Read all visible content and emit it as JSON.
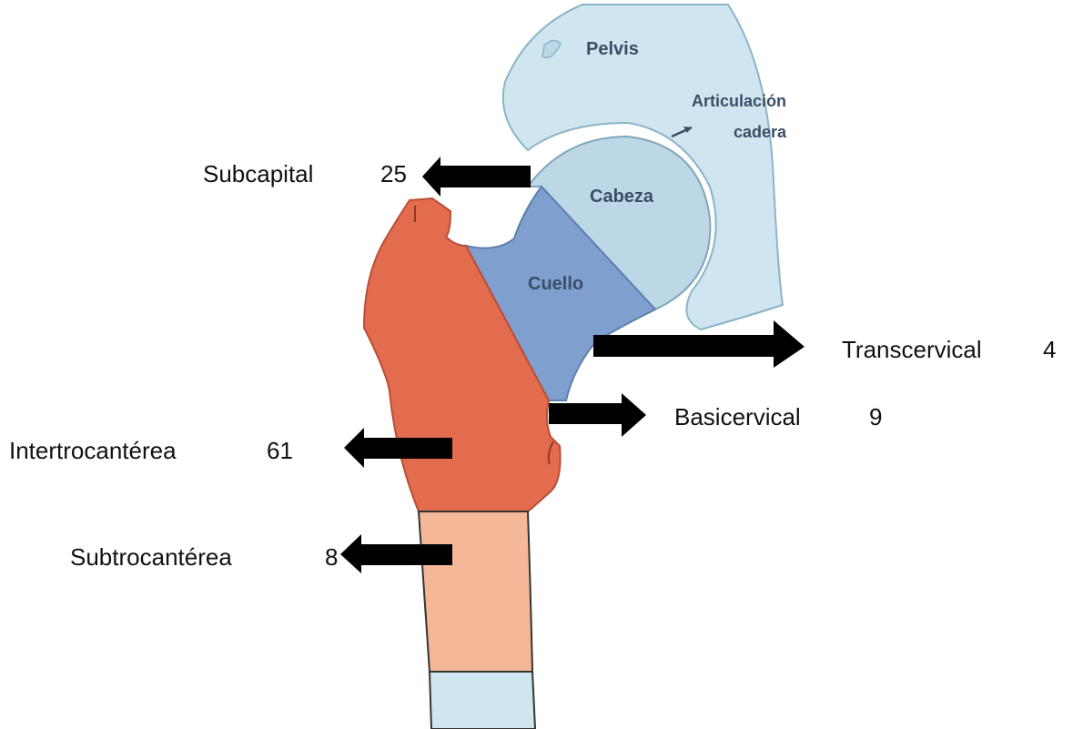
{
  "anatomy": {
    "pelvis": "Pelvis",
    "joint_line1": "Articulación",
    "joint_line2": "cadera",
    "head": "Cabeza",
    "neck": "Cuello"
  },
  "fractures": {
    "subcapital": {
      "label": "Subcapital",
      "value": "25"
    },
    "transcervical": {
      "label": "Transcervical",
      "value": "4"
    },
    "basicervical": {
      "label": "Basicervical",
      "value": "9"
    },
    "intertrochanteric": {
      "label": "Intertrocantérea",
      "value": "61"
    },
    "subtrochanteric": {
      "label": "Subtrocantérea",
      "value": "8"
    }
  },
  "colors": {
    "pelvis": "#cfe6f1",
    "head": "#bcd8e6",
    "neck": "#7f9fcf",
    "trochanter": "#e36c4f",
    "subtrochanter": "#f4b898",
    "shaft": "#cfe6f1",
    "arrow": "#000000"
  }
}
